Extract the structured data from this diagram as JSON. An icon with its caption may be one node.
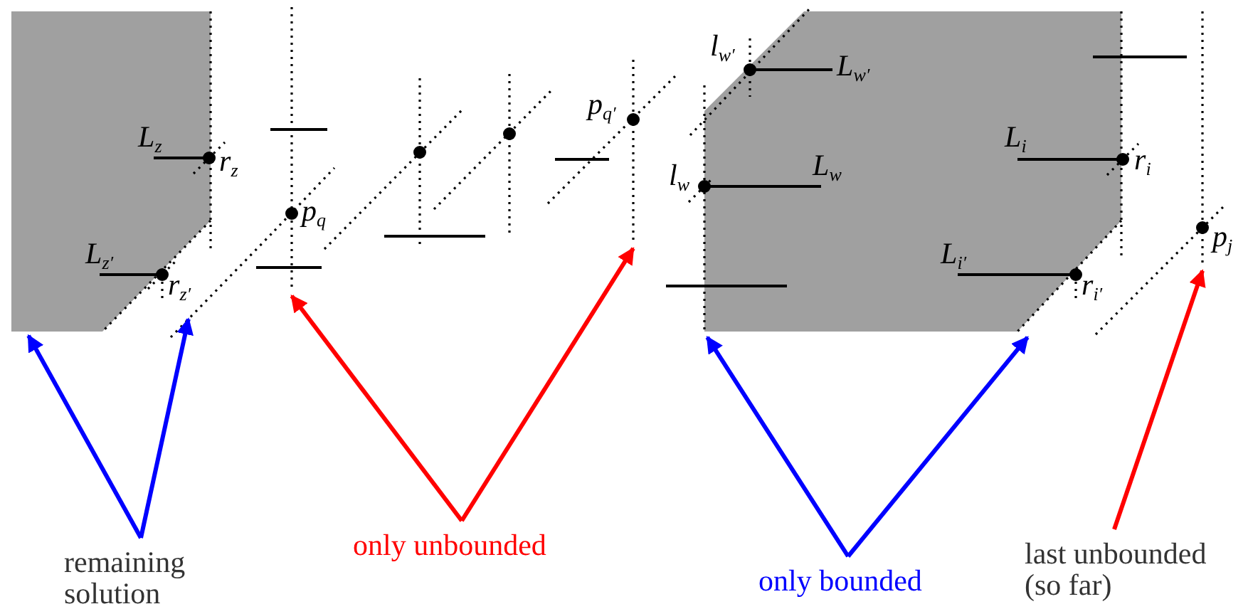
{
  "diagram": {
    "nodes": [
      {
        "text": [],
        "shape": "box"
      },
      {
        "text": [],
        "shape": "line"
      },
      {
        "text": [],
        "shape": "line"
      },
      {
        "text": [],
        "shape": "line"
      },
      {
        "text": [],
        "shape": "box"
      },
      {
        "text": [],
        "shape": "line"
      },
      {
        "text": [
          "remaining solution"
        ]
      },
      {
        "text": [
          "only unbounded"
        ]
      },
      {
        "text": [
          "only bounded"
        ]
      },
      {
        "text": [
          "last unbounded (so far)"
        ]
      }
    ],
    "edges": [
      {
        "from": 6,
        "to": 0,
        "arrow": "to",
        "color": "#0000ff"
      },
      {
        "from": 6,
        "to": 1,
        "arrow": "to",
        "color": "#0000ff"
      },
      {
        "from": 7,
        "to": 2,
        "arrow": "to",
        "color": "#ff0000"
      },
      {
        "from": 7,
        "to": 3,
        "arrow": "to",
        "color": "#ff0000"
      },
      {
        "from": 8,
        "to": 4,
        "arrow": "to",
        "color": "#0000ff"
      },
      {
        "from": 8,
        "to": 4,
        "arrow": "to",
        "color": "#0000ff"
      },
      {
        "from": 9,
        "to": 5,
        "arrow": "to",
        "color": "#ff0000"
      }
    ],
    "labels": [
      "L$_{w′}$",
      "l$_{w′}$",
      "p$_{q′}$",
      "L$_{z}$",
      "r$_{z}$",
      "L$_{i}$",
      "r$_{i}$",
      "l$_{w}$",
      "L$_{w}$",
      "p$_{q}$",
      "p$_{j}$",
      "L$_{z′}$",
      "r$_{z′}$",
      "L$_{i′}$",
      "r$_{i′}$"
    ]
  }
}
